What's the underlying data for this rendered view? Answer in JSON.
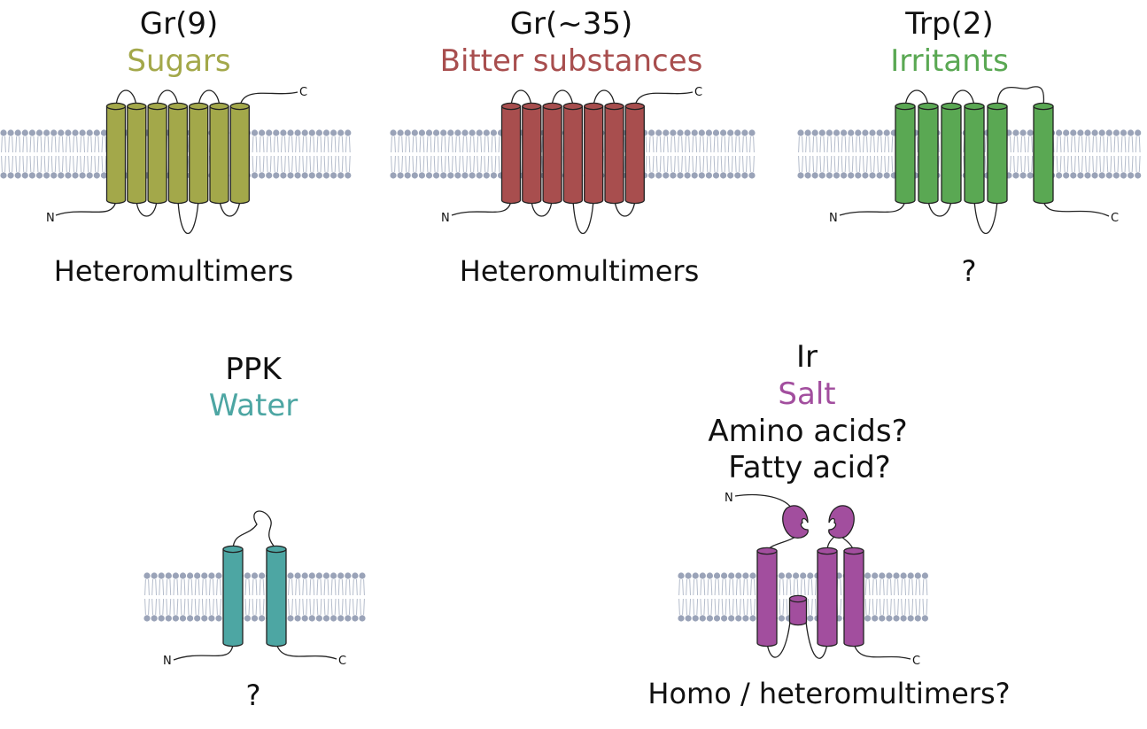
{
  "panels": [
    {
      "id": "gr-sugar",
      "name": "Gr(9)",
      "ligand": "Sugars",
      "ligand_color": "#a3a84a",
      "assembly": "Heteromultimers",
      "n_label": "N",
      "c_label": "C",
      "helices": 7
    },
    {
      "id": "gr-bitter",
      "name": "Gr(~35)",
      "ligand": "Bitter substances",
      "ligand_color": "#a84e4e",
      "assembly": "Heteromultimers",
      "n_label": "N",
      "c_label": "C",
      "helices": 7
    },
    {
      "id": "trp",
      "name": "Trp(2)",
      "ligand": "Irritants",
      "ligand_color": "#5aa853",
      "assembly": "?",
      "n_label": "N",
      "c_label": "C",
      "helices": 6
    },
    {
      "id": "ppk",
      "name": "PPK",
      "ligand": "Water",
      "ligand_color": "#4da6a3",
      "assembly": "?",
      "n_label": "N",
      "c_label": "C",
      "helices": 2
    },
    {
      "id": "ir",
      "name": "Ir",
      "ligand": "Salt",
      "ligand_color": "#a24e9e",
      "extra": [
        "Amino acids?",
        "Fatty acid?"
      ],
      "assembly": "Homo / heteromultimers?",
      "n_label": "N",
      "c_label": "C",
      "helices": 4
    }
  ],
  "colors": {
    "membrane_head": "#9aa3b8",
    "membrane_tail": "#b4bccb",
    "outline": "#222222"
  }
}
